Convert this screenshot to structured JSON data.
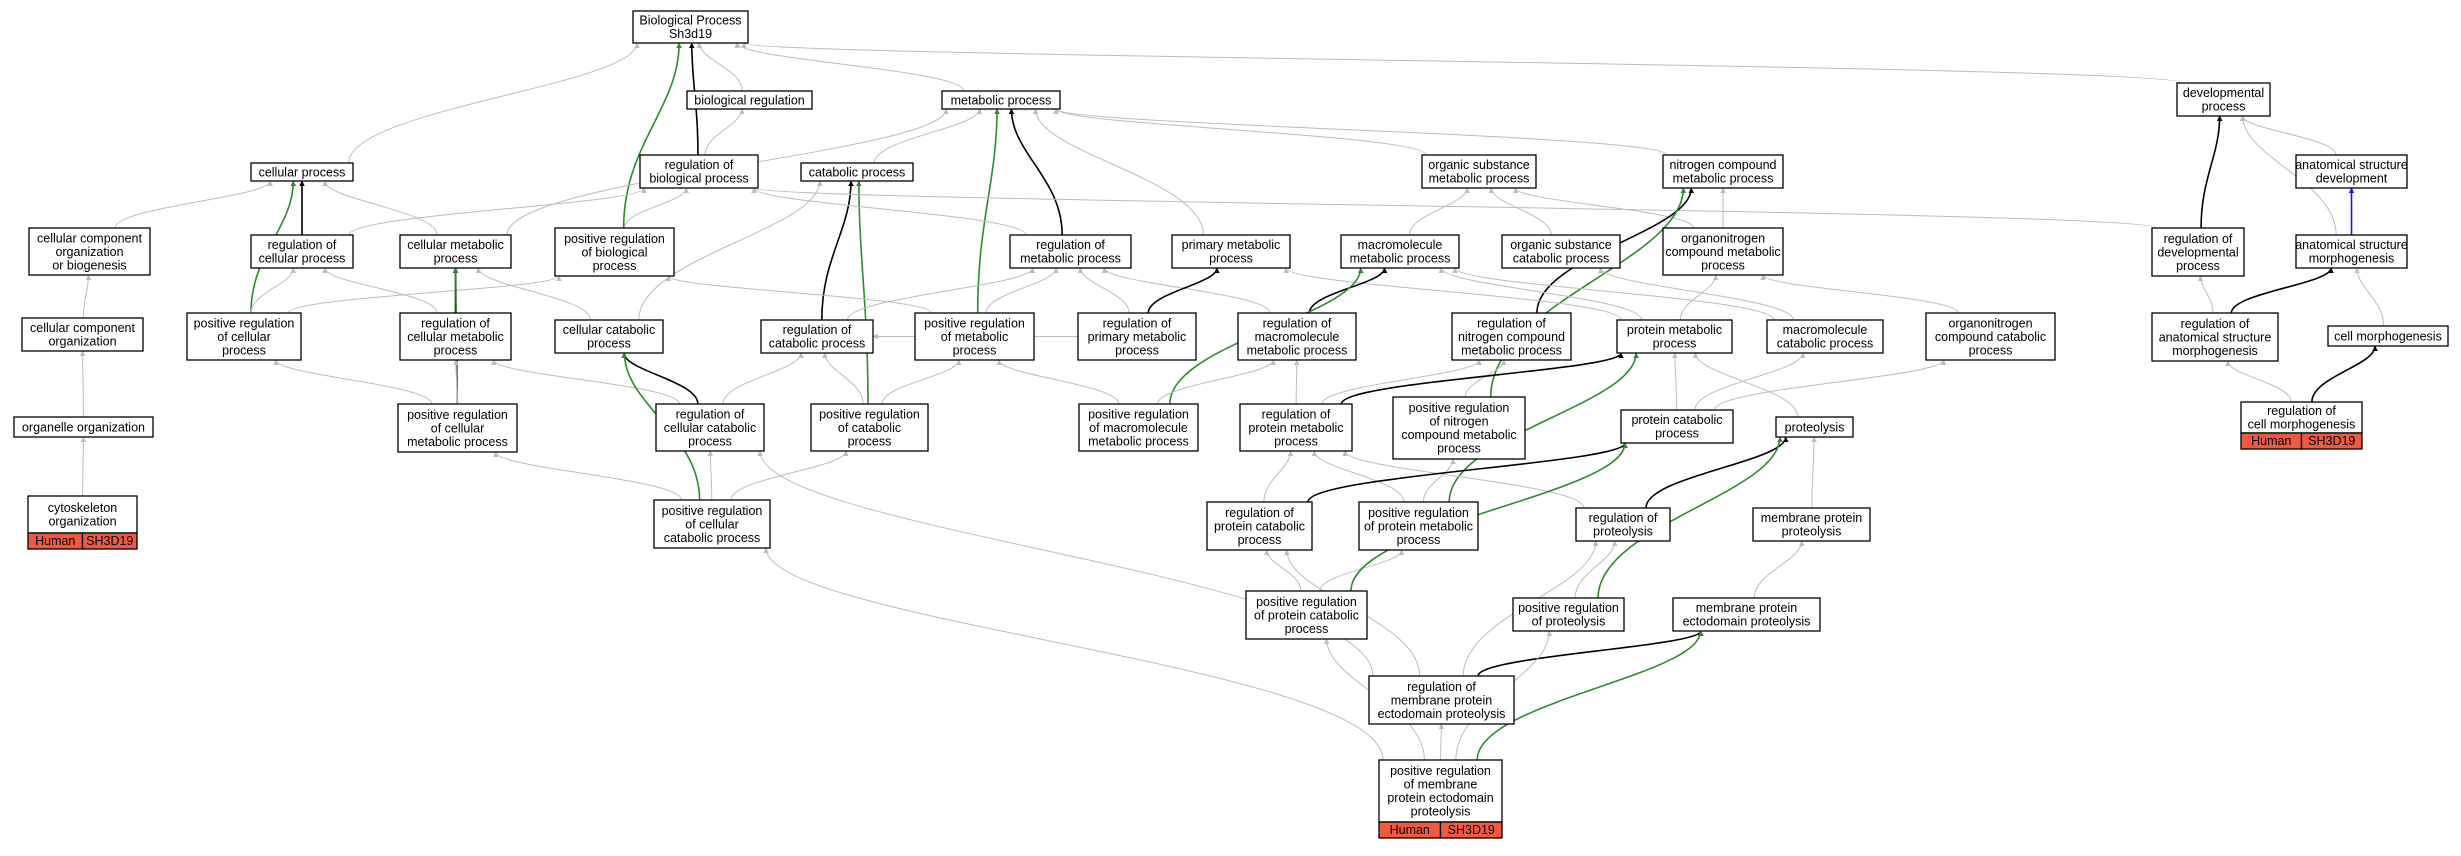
{
  "colors": {
    "grey": "#bdbdbd",
    "black": "#000000",
    "green": "#2e8b2e",
    "blue": "#1a1adb",
    "tag": "#f05a40"
  },
  "nodes": {
    "bp": {
      "lines": [
        "Biological Process",
        "Sh3d19"
      ]
    },
    "bioreg": {
      "lines": [
        "biological regulation"
      ]
    },
    "metab": {
      "lines": [
        "metabolic process"
      ]
    },
    "dev": {
      "lines": [
        "developmental",
        "process"
      ]
    },
    "cellproc": {
      "lines": [
        "cellular process"
      ]
    },
    "regbio": {
      "lines": [
        "regulation of",
        "biological process"
      ]
    },
    "catab": {
      "lines": [
        "catabolic process"
      ]
    },
    "orgsub": {
      "lines": [
        "organic substance",
        "metabolic process"
      ]
    },
    "nitro": {
      "lines": [
        "nitrogen compound",
        "metabolic process"
      ]
    },
    "anatdev": {
      "lines": [
        "anatomical structure",
        "development"
      ]
    },
    "ccorg": {
      "lines": [
        "cellular component",
        "organization",
        "or biogenesis"
      ]
    },
    "regcell": {
      "lines": [
        "regulation of",
        "cellular process"
      ]
    },
    "cellmet": {
      "lines": [
        "cellular metabolic",
        "process"
      ]
    },
    "posregbio": {
      "lines": [
        "positive regulation",
        "of biological",
        "process"
      ]
    },
    "regmet": {
      "lines": [
        "regulation of",
        "metabolic process"
      ]
    },
    "primmet": {
      "lines": [
        "primary metabolic",
        "process"
      ]
    },
    "macromet": {
      "lines": [
        "macromolecule",
        "metabolic process"
      ]
    },
    "orgsubcat": {
      "lines": [
        "organic substance",
        "catabolic process"
      ]
    },
    "orgnitmet": {
      "lines": [
        "organonitrogen",
        "compound metabolic",
        "process"
      ]
    },
    "regdev": {
      "lines": [
        "regulation of",
        "developmental",
        "process"
      ]
    },
    "anatmorph": {
      "lines": [
        "anatomical structure",
        "morphogenesis"
      ]
    },
    "cccorg": {
      "lines": [
        "cellular component",
        "organization"
      ]
    },
    "posregcell": {
      "lines": [
        "positive regulation",
        "of cellular",
        "process"
      ]
    },
    "regcellmet": {
      "lines": [
        "regulation of",
        "cellular metabolic",
        "process"
      ]
    },
    "cellcat": {
      "lines": [
        "cellular catabolic",
        "process"
      ]
    },
    "regcat": {
      "lines": [
        "regulation of",
        "catabolic process"
      ]
    },
    "posregmet": {
      "lines": [
        "positive regulation",
        "of metabolic",
        "process"
      ]
    },
    "regprimmet": {
      "lines": [
        "regulation of",
        "primary metabolic",
        "process"
      ]
    },
    "regmacromet": {
      "lines": [
        "regulation of",
        "macromolecule",
        "metabolic process"
      ]
    },
    "regnitro": {
      "lines": [
        "regulation of",
        "nitrogen compound",
        "metabolic process"
      ]
    },
    "protmet": {
      "lines": [
        "protein metabolic",
        "process"
      ]
    },
    "macrocat": {
      "lines": [
        "macromolecule",
        "catabolic process"
      ]
    },
    "orgnitcat": {
      "lines": [
        "organonitrogen",
        "compound catabolic",
        "process"
      ]
    },
    "reganat": {
      "lines": [
        "regulation of",
        "anatomical structure",
        "morphogenesis"
      ]
    },
    "cellmorph": {
      "lines": [
        "cell morphogenesis"
      ]
    },
    "orgorg": {
      "lines": [
        "organelle organization"
      ]
    },
    "posregcellmet": {
      "lines": [
        "positive regulation",
        "of cellular",
        "metabolic process"
      ]
    },
    "regcellcat": {
      "lines": [
        "regulation of",
        "cellular catabolic",
        "process"
      ]
    },
    "posregcat": {
      "lines": [
        "positive regulation",
        "of catabolic",
        "process"
      ]
    },
    "posregmacro": {
      "lines": [
        "positive regulation",
        "of macromolecule",
        "metabolic process"
      ]
    },
    "regprotmet": {
      "lines": [
        "regulation of",
        "protein metabolic",
        "process"
      ]
    },
    "posregnitro": {
      "lines": [
        "positive regulation",
        "of nitrogen",
        "compound metabolic",
        "process"
      ]
    },
    "protcat": {
      "lines": [
        "protein catabolic",
        "process"
      ]
    },
    "proteo": {
      "lines": [
        "proteolysis"
      ]
    },
    "regcellmorph": {
      "lines": [
        "regulation of",
        "cell morphogenesis"
      ],
      "tag": [
        "Human",
        "SH3D19"
      ]
    },
    "cytoorg": {
      "lines": [
        "cytoskeleton",
        "organization"
      ],
      "tag": [
        "Human",
        "SH3D19"
      ]
    },
    "posregcellcat": {
      "lines": [
        "positive regulation",
        "of cellular",
        "catabolic process"
      ]
    },
    "regprotcat": {
      "lines": [
        "regulation of",
        "protein catabolic",
        "process"
      ]
    },
    "posregprotmet": {
      "lines": [
        "positive regulation",
        "of protein metabolic",
        "process"
      ]
    },
    "regproteo": {
      "lines": [
        "regulation of",
        "proteolysis"
      ]
    },
    "memprotproteo": {
      "lines": [
        "membrane protein",
        "proteolysis"
      ]
    },
    "posregprotcat": {
      "lines": [
        "positive regulation",
        "of protein catabolic",
        "process"
      ]
    },
    "posregproteo": {
      "lines": [
        "positive regulation",
        "of proteolysis"
      ]
    },
    "memectoproteo": {
      "lines": [
        "membrane protein",
        "ectodomain proteolysis"
      ]
    },
    "regmemecto": {
      "lines": [
        "regulation of",
        "membrane protein",
        "ectodomain proteolysis"
      ]
    },
    "posregmemecto": {
      "lines": [
        "positive regulation",
        "of membrane",
        "protein ectodomain",
        "proteolysis"
      ],
      "tag": [
        "Human",
        "SH3D19"
      ]
    }
  }
}
